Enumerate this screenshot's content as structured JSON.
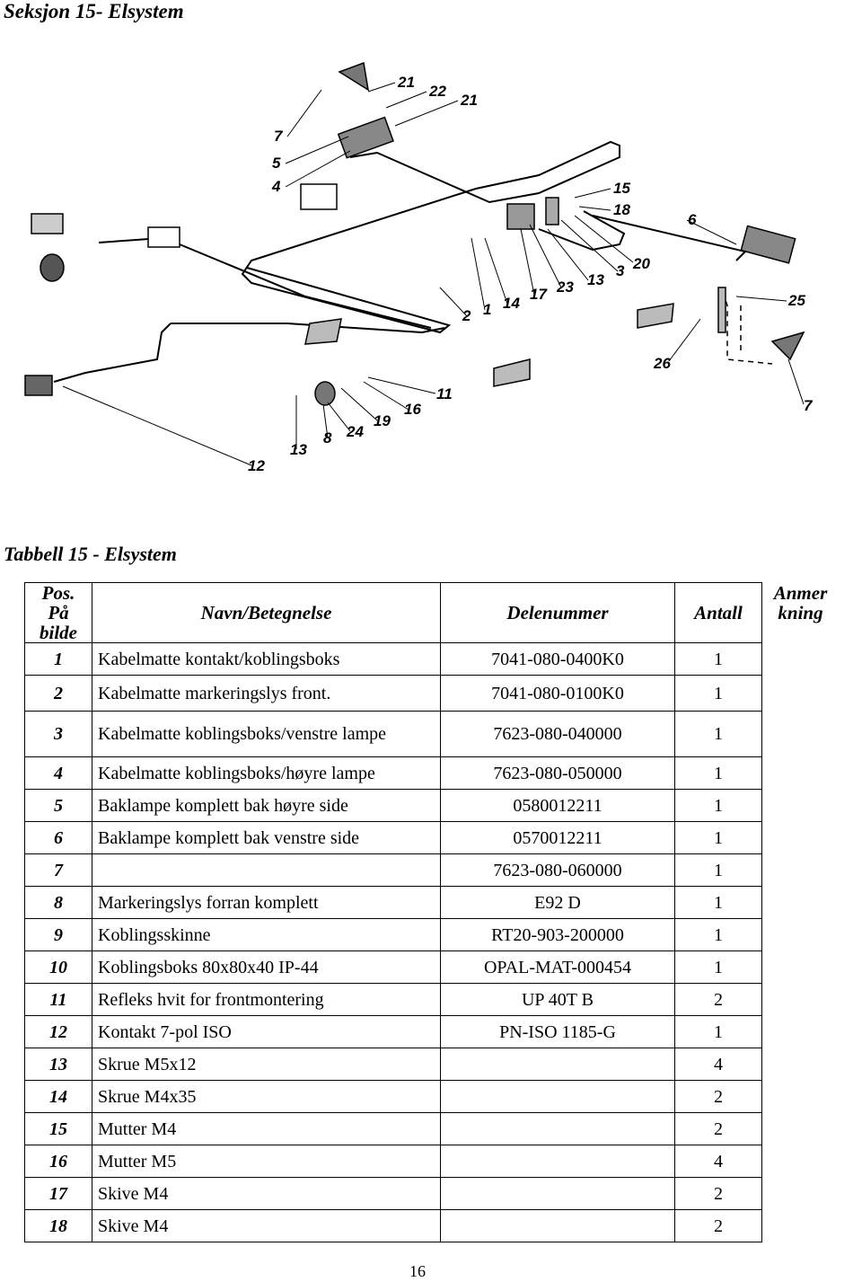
{
  "section_title": "Seksjon 15- Elsystem",
  "table_title": "Tabbell 15 - Elsystem",
  "diagram": {
    "labels": [
      "21",
      "22",
      "21",
      "7",
      "5",
      "4",
      "15",
      "18",
      "6",
      "25",
      "26",
      "7",
      "20",
      "3",
      "13",
      "23",
      "17",
      "14",
      "1",
      "2",
      "11",
      "16",
      "19",
      "24",
      "8",
      "13",
      "12"
    ]
  },
  "table": {
    "headers": {
      "pos": "Pos. På bilde",
      "name": "Navn/Betegnelse",
      "part": "Delenummer",
      "qty": "Antall",
      "note": "Anmer kning"
    },
    "rows": [
      {
        "pos": "1",
        "name": "Kabelmatte kontakt/koblingsboks",
        "part": "7041-080-0400K0",
        "qty": "1"
      },
      {
        "pos": "2",
        "name": "Kabelmatte markeringslys front.",
        "part": "7041-080-0100K0",
        "qty": "1"
      },
      {
        "pos": "3",
        "name": "Kabelmatte koblingsboks/venstre lampe",
        "part": "7623-080-040000",
        "qty": "1"
      },
      {
        "pos": "4",
        "name": "Kabelmatte koblingsboks/høyre lampe",
        "part": "7623-080-050000",
        "qty": "1"
      },
      {
        "pos": "5",
        "name": "Baklampe komplett bak høyre side",
        "part": "0580012211",
        "qty": "1"
      },
      {
        "pos": "6",
        "name": "Baklampe komplett bak venstre side",
        "part": "0570012211",
        "qty": "1"
      },
      {
        "pos": "7",
        "name": "",
        "part": "7623-080-060000",
        "qty": "1"
      },
      {
        "pos": "8",
        "name": "Markeringslys forran komplett",
        "part": "E92 D",
        "qty": "1"
      },
      {
        "pos": "9",
        "name": "Koblingsskinne",
        "part": "RT20-903-200000",
        "qty": "1"
      },
      {
        "pos": "10",
        "name": "Koblingsboks 80x80x40 IP-44",
        "part": "OPAL-MAT-000454",
        "qty": "1"
      },
      {
        "pos": "11",
        "name": "Refleks hvit for frontmontering",
        "part": "UP 40T B",
        "qty": "2"
      },
      {
        "pos": "12",
        "name": "Kontakt 7-pol ISO",
        "part": "PN-ISO 1185-G",
        "qty": "1"
      },
      {
        "pos": "13",
        "name": "Skrue M5x12",
        "part": "",
        "qty": "4"
      },
      {
        "pos": "14",
        "name": "Skrue M4x35",
        "part": "",
        "qty": "2"
      },
      {
        "pos": "15",
        "name": "Mutter M4",
        "part": "",
        "qty": "2"
      },
      {
        "pos": "16",
        "name": "Mutter M5",
        "part": "",
        "qty": "4"
      },
      {
        "pos": "17",
        "name": "Skive M4",
        "part": "",
        "qty": "2"
      },
      {
        "pos": "18",
        "name": "Skive M4",
        "part": "",
        "qty": "2"
      }
    ]
  },
  "page_number": "16"
}
